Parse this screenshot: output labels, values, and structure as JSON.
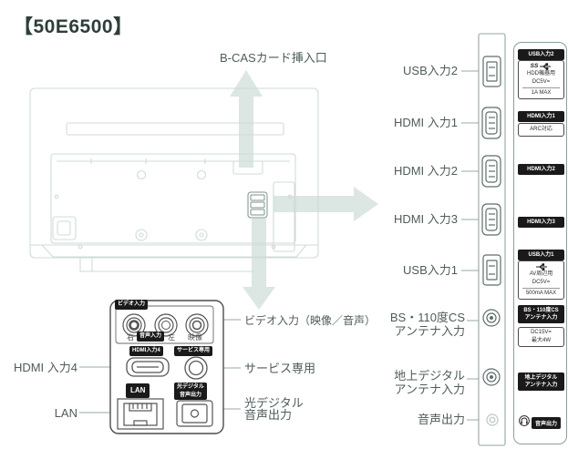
{
  "title": "【50E6500】",
  "bcas": {
    "label": "B-CASカード挿入口"
  },
  "side_ports": {
    "usb2": "USB入力2",
    "hdmi1": "HDMI 入力1",
    "hdmi2": "HDMI 入力2",
    "hdmi3": "HDMI 入力3",
    "usb1": "USB入力1",
    "bscs_line1": "BS・110度CS",
    "bscs_line2": "アンテナ入力",
    "terrestrial_line1": "地上デジタル",
    "terrestrial_line2": "アンテナ入力",
    "audio_out": "音声出力"
  },
  "bottom_panel": {
    "video_in_badge": "ビデオ入力",
    "audio_in_badge": "音声入力",
    "rca_right": "右",
    "rca_left": "左",
    "rca_video": "映像",
    "hdmi4_badge": "HDMI入力4",
    "service_badge": "サービス専用",
    "lan_badge": "LAN",
    "optical_badge_line1": "光デジタル",
    "optical_badge_line2": "音声出力",
    "hdmi4_label": "HDMI 入力4",
    "lan_label": "LAN",
    "video_label": "ビデオ入力（映像／音声）",
    "service_label": "サービス専用",
    "optical_label_line1": "光デジタル",
    "optical_label_line2": "音声出力"
  },
  "info_strip": {
    "usb2_badge": "USB入力2",
    "usb2_spec": [
      "HDD機器用",
      "DC5V=",
      "1A MAX"
    ],
    "hdmi1_badge": "HDMI入力1",
    "hdmi1_spec": "ARC対応",
    "hdmi2_badge": "HDMI入力2",
    "hdmi3_badge": "HDMI入力3",
    "usb1_badge": "USB入力1",
    "usb1_spec": [
      "AV周辺用",
      "DC5V=",
      "500mA MAX"
    ],
    "bscs_badge_line1": "BS・110度CS",
    "bscs_badge_line2": "アンテナ入力",
    "bscs_spec": [
      "DC15V=",
      "最大4W"
    ],
    "terrestrial_badge_line1": "地上デジタル",
    "terrestrial_badge_line2": "アンテナ入力",
    "audio_badge": "音声出力",
    "ss_usb_text": "SS"
  },
  "colors": {
    "diagram_line": "#cfdbd9",
    "arrow_fill": "#dce6e3",
    "port_stroke": "#5d6d6c",
    "panel_stroke": "#4c4c4c",
    "badge_bg": "#1a1a1a",
    "label_text": "#4e5c5a"
  }
}
